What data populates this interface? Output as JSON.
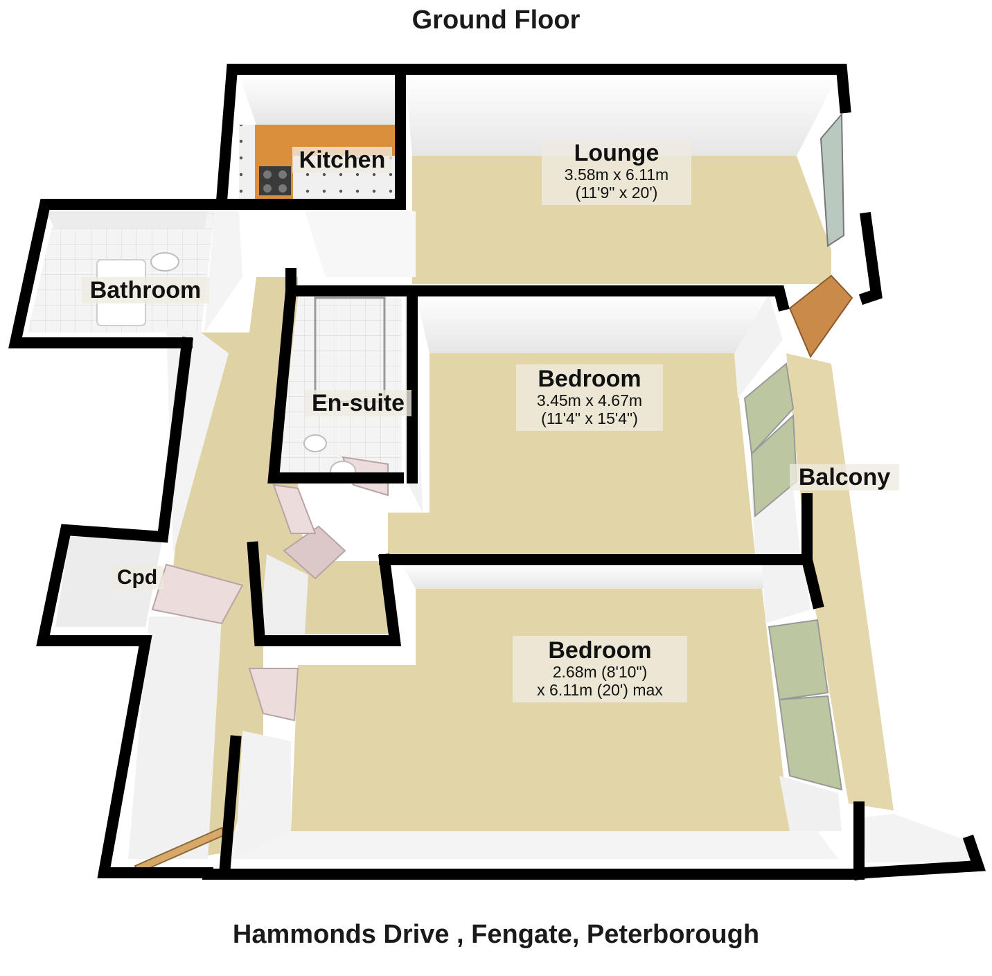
{
  "title": "Ground Floor",
  "address": "Hammonds Drive , Fengate, Peterborough",
  "rooms": {
    "lounge": {
      "name": "Lounge",
      "dim1": "3.58m x 6.11m",
      "dim2": "(11'9\" x 20')"
    },
    "kitchen": {
      "name": "Kitchen"
    },
    "bathroom": {
      "name": "Bathroom"
    },
    "ensuite": {
      "name": "En-suite"
    },
    "bedroom1": {
      "name": "Bedroom",
      "dim1": "3.45m x 4.67m",
      "dim2": "(11'4\" x 15'4\")"
    },
    "bedroom2": {
      "name": "Bedroom",
      "dim1": "2.68m (8'10\")",
      "dim2": "x 6.11m (20') max"
    },
    "balcony": {
      "name": "Balcony"
    },
    "cupboard": {
      "name": "Cpd"
    }
  },
  "colors": {
    "wall": "#000000",
    "carpet": "#e0d3a6",
    "wall_face": "#ffffff",
    "tile": "#f2f2f2",
    "worktop": "#d98f3c",
    "door": "#c98a4a",
    "glass": "#bcc7a2"
  }
}
